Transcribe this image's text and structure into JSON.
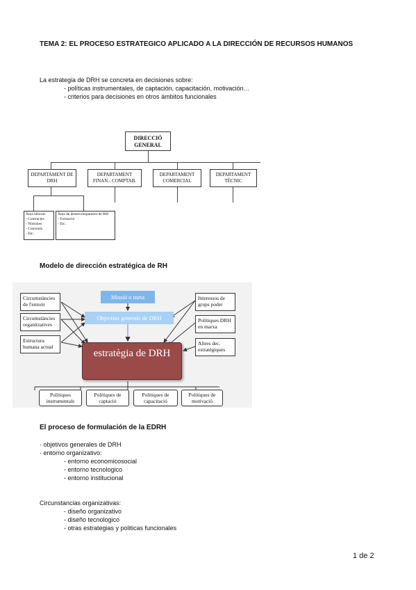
{
  "title": "TEMA 2: EL PROCESO ESTRATEGICO APLICADO A LA DIRECCIÓN DE RECURSOS HUMANOS",
  "intro": {
    "lead": "La estrategia de DRH se concreta en decisiones sobre:",
    "items": [
      "- políticas instrumentales, de captación, capacitación, motivación…",
      "- criterios para decisiones en otros ámbitos funcionales"
    ]
  },
  "org_chart": {
    "top": "DIRECCIÓ GENERAL",
    "departments": [
      "DEPARTAMENT DE DRH",
      "DEPARTAMENT FINAN.- COMPTAB.",
      "DEPARTAMENT COMERCIAL",
      "DEPARTAMENT TÈCNIC"
    ],
    "sub_boxes": [
      {
        "title": "Àrea laboral:",
        "items": [
          "- Contractes",
          "- Nòmines",
          "- Convenis",
          "- Etc."
        ]
      },
      {
        "title": "Àrea de desenvolupament de RH:",
        "items": [
          "- Formació",
          "- Etc."
        ]
      }
    ]
  },
  "model": {
    "heading": "Modelo de dirección estratégica de RH",
    "left": [
      "Circumstàncies de l'entorn",
      "Circumstàncies organitzatives",
      "Estructura humana actual"
    ],
    "mission": "Missió o meta",
    "objectives": "Objectius generals de DRH",
    "center": "estratègia de DRH",
    "right": [
      "Interessos de grups poder",
      "Polítiques DRH en marxa",
      "Altres dec. estratègiques"
    ],
    "bottom": [
      "Polítiques instrumentals",
      "Polítiques de captació",
      "Polítiques de capacitació",
      "Polítiques de motivació"
    ]
  },
  "formulation": {
    "heading": "El proceso de formulación de la EDRH",
    "lines": [
      "· objetivos generales de DRH",
      "· entorno organizativo:"
    ],
    "sub": [
      "- entorno economicosocial",
      "- entorno tecnologico",
      "- entorno institucional"
    ],
    "org_lead": "Circunstancias organizativas:",
    "org_items": [
      "- diseño organizativo",
      "- diseño tecnologico",
      "- otras estrategias y politicas funcionales"
    ]
  },
  "page_number": "1 de 2",
  "colors": {
    "center_fill": "#9b4a4a",
    "objectives_fill": "#a9d0f5",
    "mission_fill": "#7fb6ea",
    "diagram_bg": "#f2f2f2"
  }
}
